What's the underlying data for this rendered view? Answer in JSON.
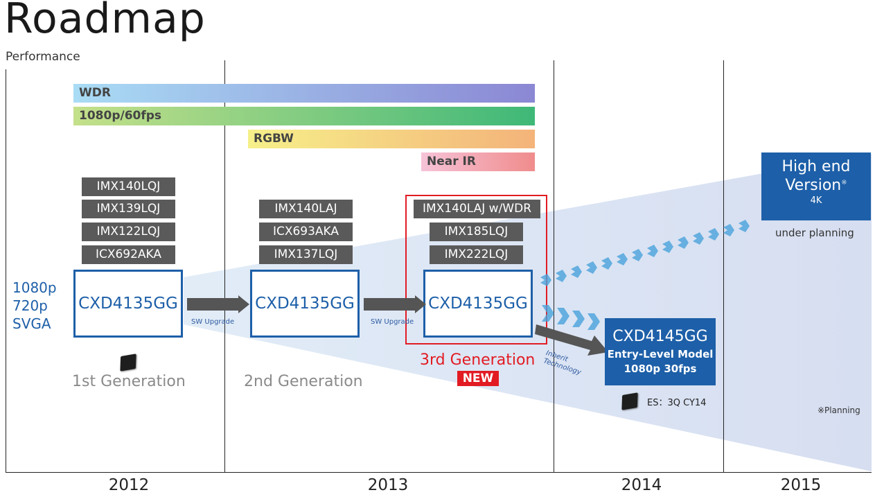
{
  "title": "Roadmap",
  "y_axis_label": "Performance",
  "years": [
    "2012",
    "2013",
    "2014",
    "2015"
  ],
  "features": [
    "WDR",
    "1080p/60fps",
    "RGBW",
    "Near IR"
  ],
  "resolutions": [
    "1080p",
    "720p",
    "SVGA"
  ],
  "generations": [
    {
      "label": "1st Generation",
      "processor": "CXD4135GG",
      "sensors": [
        "IMX140LQJ",
        "IMX139LQJ",
        "IMX122LQJ",
        "ICX692AKA"
      ]
    },
    {
      "label": "2nd Generation",
      "processor": "CXD4135GG",
      "sensors": [
        "IMX140LAJ",
        "ICX693AKA",
        "IMX137LQJ"
      ]
    },
    {
      "label": "3rd Generation",
      "processor": "CXD4135GG",
      "sensors": [
        "IMX140LAJ w/WDR",
        "IMX185LQJ",
        "IMX222LQJ"
      ],
      "badge": "NEW"
    }
  ],
  "sw_upgrade": "SW Upgrade",
  "inherit": "Inherit Technology",
  "entry": {
    "name": "CXD4145GG",
    "line1": "Entry-Level Model",
    "line2": "1080p 30fps",
    "es": "ES：3Q CY14"
  },
  "high_end": {
    "line1": "High end",
    "line2": "Version",
    "mark": "※",
    "res": "4K",
    "status": "under planning"
  },
  "footnote": "※Planning",
  "colors": {
    "blue": "#1d5fa8",
    "red": "#e21b23",
    "chip_gray": "#5a5a5a"
  }
}
